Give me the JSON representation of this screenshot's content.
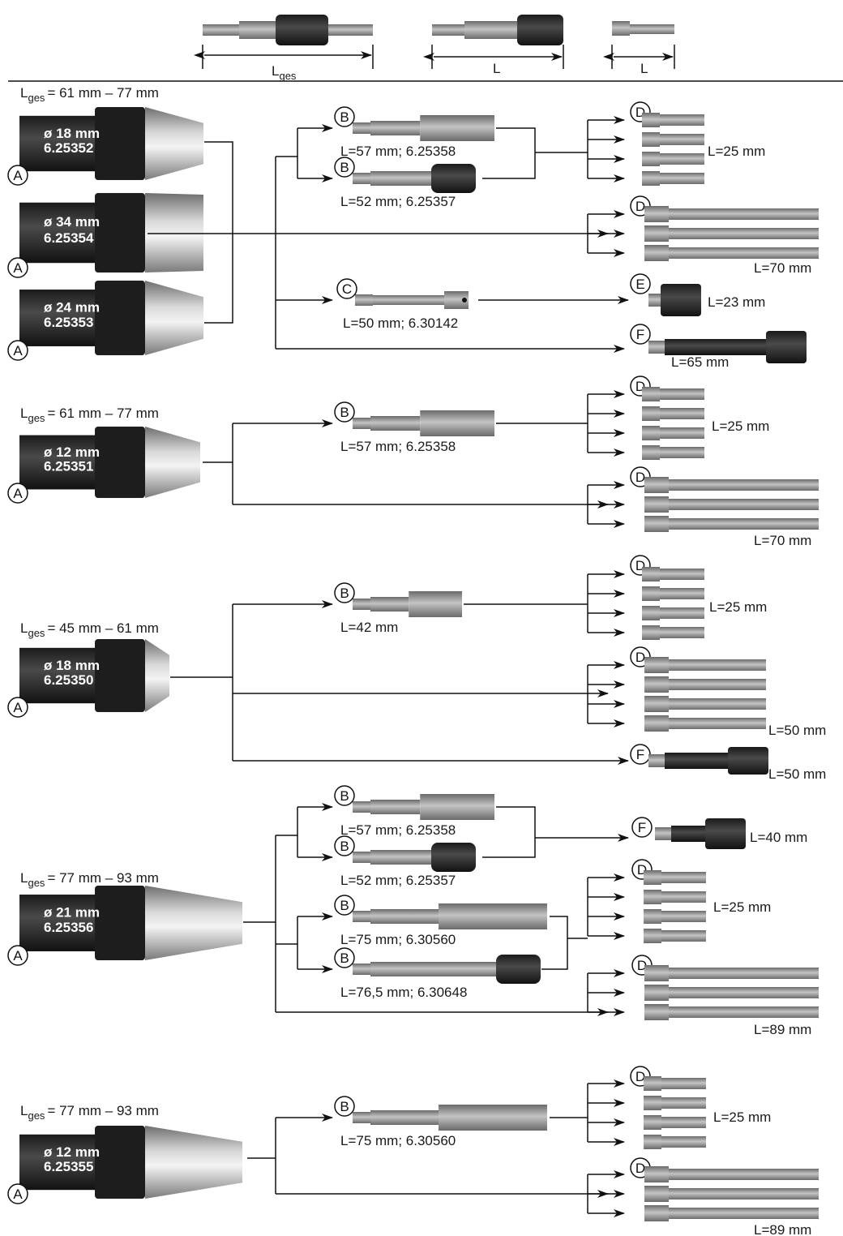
{
  "legend": {
    "lges": "L",
    "lges_sub": "ges",
    "l1": "L",
    "l2": "L"
  },
  "groups": [
    {
      "range_prefix": "L",
      "range_sub": "ges",
      "range_text": "= 61 mm – 77 mm",
      "holders": [
        {
          "letter": "A",
          "dia": "ø 18 mm",
          "code": "6.25352"
        },
        {
          "letter": "A",
          "dia": "ø 34 mm",
          "code": "6.25354"
        },
        {
          "letter": "A",
          "dia": "ø 24 mm",
          "code": "6.25353"
        }
      ],
      "adapters": [
        {
          "letter": "B",
          "label": "L=57 mm; 6.25358"
        },
        {
          "letter": "B",
          "label": "L=52 mm; 6.25357"
        },
        {
          "letter": "C",
          "label": "L=50 mm; 6.30142"
        }
      ],
      "outputs": [
        {
          "letter": "D",
          "label": "L=25 mm"
        },
        {
          "letter": "D",
          "label": "L=70 mm"
        },
        {
          "letter": "E",
          "label": "L=23 mm"
        },
        {
          "letter": "F",
          "label": "L=65 mm"
        }
      ]
    },
    {
      "range_prefix": "L",
      "range_sub": "ges",
      "range_text": "= 61 mm – 77 mm",
      "holders": [
        {
          "letter": "A",
          "dia": "ø 12 mm",
          "code": "6.25351"
        }
      ],
      "adapters": [
        {
          "letter": "B",
          "label": "L=57 mm; 6.25358"
        }
      ],
      "outputs": [
        {
          "letter": "D",
          "label": "L=25 mm"
        },
        {
          "letter": "D",
          "label": "L=70 mm"
        }
      ]
    },
    {
      "range_prefix": "L",
      "range_sub": "ges",
      "range_text": "= 45 mm – 61 mm",
      "holders": [
        {
          "letter": "A",
          "dia": "ø 18 mm",
          "code": "6.25350"
        }
      ],
      "adapters": [
        {
          "letter": "B",
          "label": "L=42 mm"
        }
      ],
      "outputs": [
        {
          "letter": "D",
          "label": "L=25 mm"
        },
        {
          "letter": "D",
          "label": "L=50 mm"
        },
        {
          "letter": "F",
          "label": "L=50 mm"
        }
      ]
    },
    {
      "range_prefix": "L",
      "range_sub": "ges",
      "range_text": "= 77 mm – 93 mm",
      "holders": [
        {
          "letter": "A",
          "dia": "ø 21 mm",
          "code": "6.25356"
        }
      ],
      "adapters": [
        {
          "letter": "B",
          "label": "L=57 mm; 6.25358"
        },
        {
          "letter": "B",
          "label": "L=52 mm; 6.25357"
        },
        {
          "letter": "B",
          "label": "L=75 mm; 6.30560"
        },
        {
          "letter": "B",
          "label": "L=76,5 mm; 6.30648"
        }
      ],
      "outputs": [
        {
          "letter": "F",
          "label": "L=40 mm"
        },
        {
          "letter": "D",
          "label": "L=25 mm"
        },
        {
          "letter": "D",
          "label": "L=89 mm"
        }
      ]
    },
    {
      "range_prefix": "L",
      "range_sub": "ges",
      "range_text": "= 77 mm – 93 mm",
      "holders": [
        {
          "letter": "A",
          "dia": "ø 12 mm",
          "code": "6.25355"
        }
      ],
      "adapters": [
        {
          "letter": "B",
          "label": "L=75 mm; 6.30560"
        }
      ],
      "outputs": [
        {
          "letter": "D",
          "label": "L=25 mm"
        },
        {
          "letter": "D",
          "label": "L=89 mm"
        }
      ]
    }
  ]
}
